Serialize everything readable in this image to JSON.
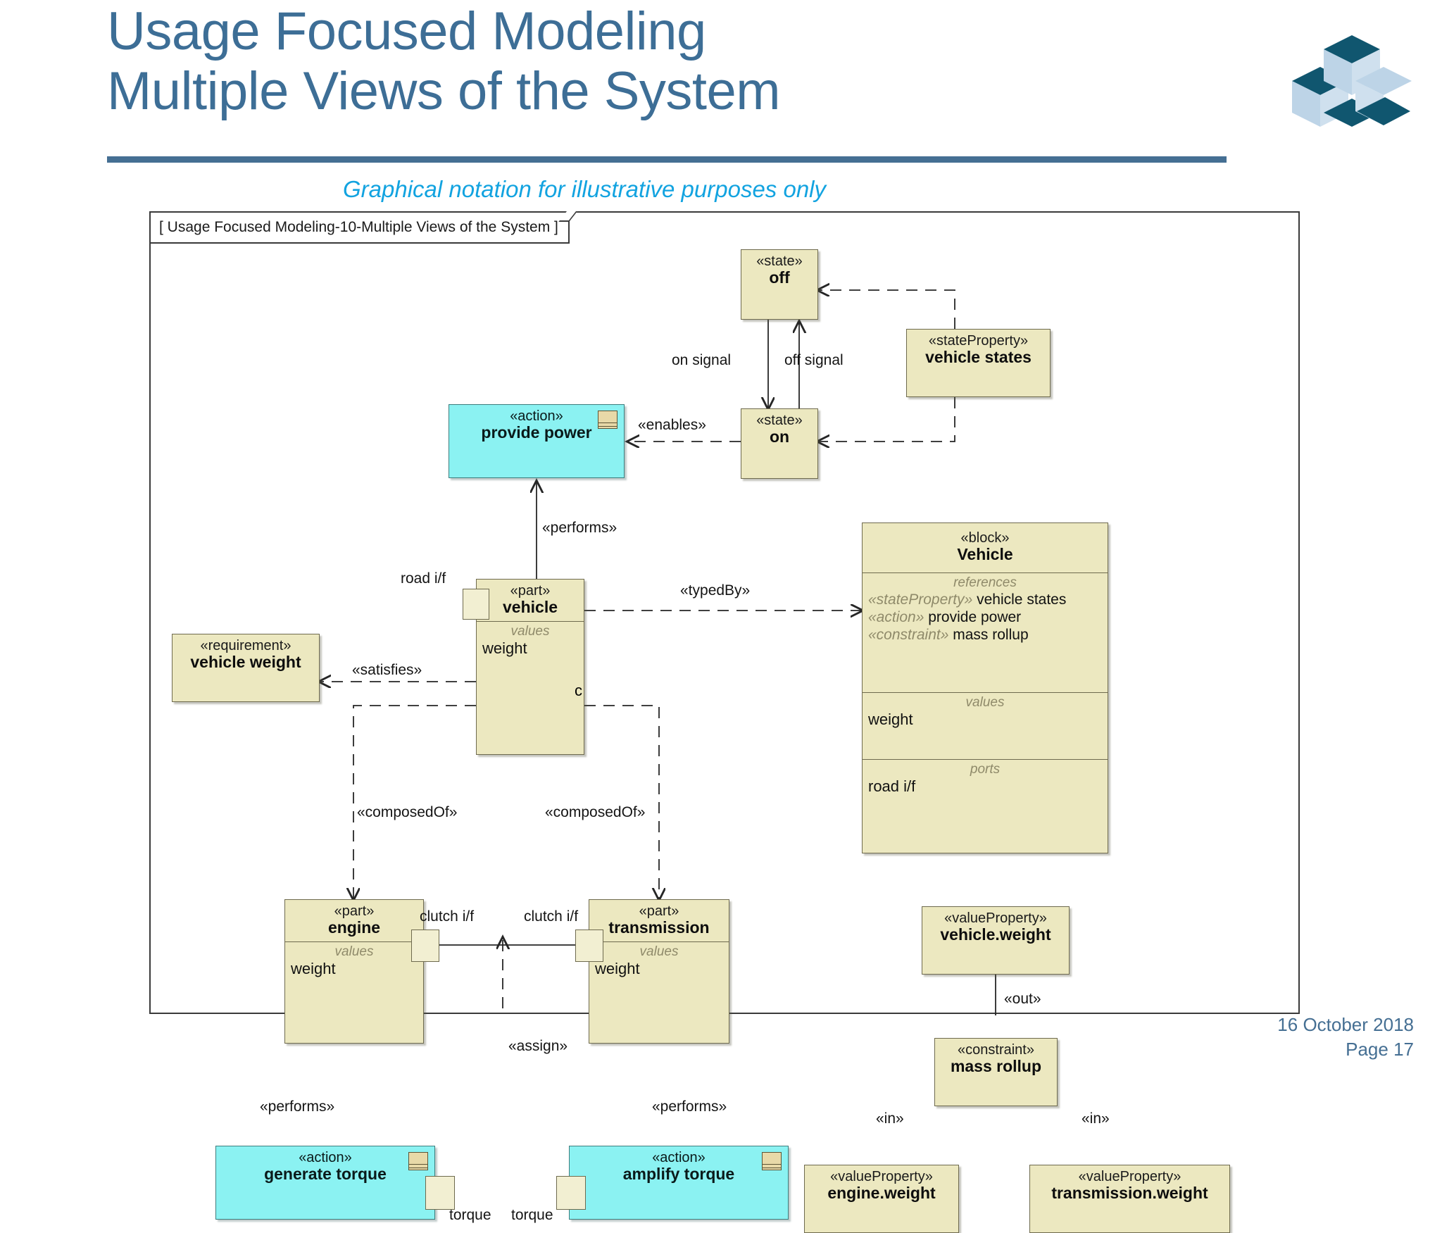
{
  "slide": {
    "title": "Usage Focused Modeling\nMultiple Views of the System",
    "subtitle": "Graphical notation for illustrative purposes only",
    "footer_date": "16 October 2018",
    "footer_page": "Page 17",
    "accent_color": "#456f93",
    "subtitle_color": "#12a3e0",
    "logo_dark": "#10566f",
    "logo_light": "#bdd4e7"
  },
  "diagram": {
    "frame_label": "[ Usage Focused Modeling-10-Multiple Views of the System ]",
    "node_fill": "#ece8c0",
    "action_fill": "#8bf2f2",
    "nodes": {
      "state_off": {
        "stereotype": "«state»",
        "name": "off"
      },
      "state_on": {
        "stereotype": "«state»",
        "name": "on"
      },
      "state_property": {
        "stereotype": "«stateProperty»",
        "name": "vehicle states"
      },
      "provide_power": {
        "stereotype": "«action»",
        "name": "provide power"
      },
      "part_vehicle": {
        "stereotype": "«part»",
        "name": "vehicle",
        "values_caption": "values",
        "values": "weight",
        "edge_text": "c"
      },
      "requirement": {
        "stereotype": "«requirement»",
        "name": "vehicle weight"
      },
      "block_vehicle": {
        "stereotype": "«block»",
        "name": "Vehicle",
        "references_caption": "references",
        "references": [
          {
            "stereotype": "«stateProperty»",
            "text": "vehicle states"
          },
          {
            "stereotype": "«action»",
            "text": "provide power"
          },
          {
            "stereotype": "«constraint»",
            "text": "mass rollup"
          }
        ],
        "values_caption": "values",
        "values": "weight",
        "ports_caption": "ports",
        "ports": "road i/f"
      },
      "part_engine": {
        "stereotype": "«part»",
        "name": "engine",
        "values_caption": "values",
        "values": "weight"
      },
      "part_transmission": {
        "stereotype": "«part»",
        "name": "transmission",
        "values_caption": "values",
        "values": "weight"
      },
      "generate_torque": {
        "stereotype": "«action»",
        "name": "generate torque"
      },
      "amplify_torque": {
        "stereotype": "«action»",
        "name": "amplify torque"
      },
      "vp_vehicle_weight": {
        "stereotype": "«valueProperty»",
        "name": "vehicle.weight"
      },
      "constraint_mass": {
        "stereotype": "«constraint»",
        "name": "mass rollup"
      },
      "vp_engine_weight": {
        "stereotype": "«valueProperty»",
        "name": "engine.weight"
      },
      "vp_trans_weight": {
        "stereotype": "«valueProperty»",
        "name": "transmission.weight"
      }
    },
    "edge_labels": {
      "on_signal": "on signal",
      "off_signal": "off signal",
      "enables": "«enables»",
      "performs_top": "«performs»",
      "typed_by": "«typedBy»",
      "satisfies": "«satisfies»",
      "composed_of_left": "«composedOf»",
      "composed_of_right": "«composedOf»",
      "road_if": "road i/f",
      "clutch_if_left": "clutch i/f",
      "clutch_if_right": "clutch i/f",
      "assign": "«assign»",
      "performs_left": "«performs»",
      "performs_right": "«performs»",
      "torque_left": "torque",
      "torque_right": "torque",
      "out": "«out»",
      "in_left": "«in»",
      "in_right": "«in»"
    }
  }
}
